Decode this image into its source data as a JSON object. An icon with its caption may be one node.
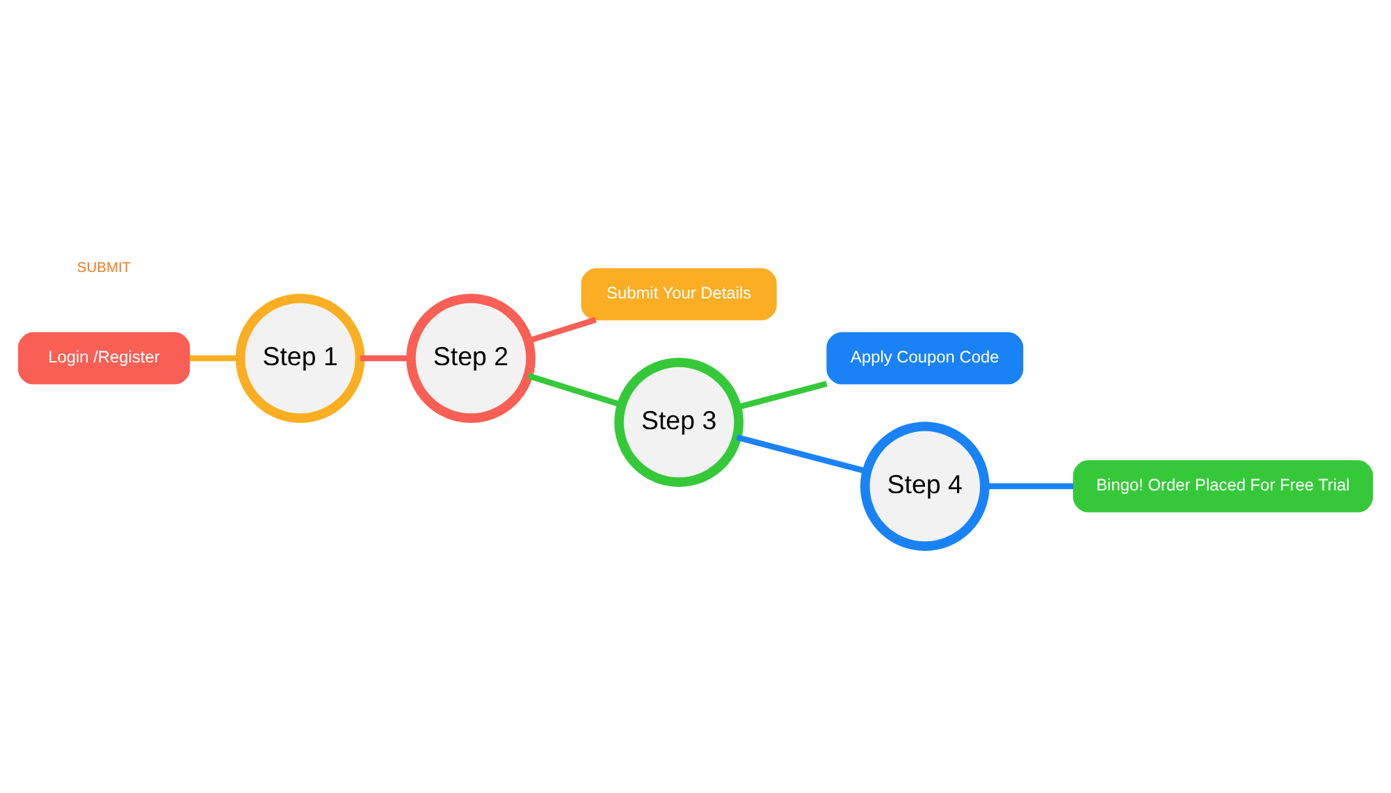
{
  "diagram": {
    "nodes": [
      {
        "text": [
          "Login /Register"
        ]
      },
      {
        "text": [
          "Step 1"
        ]
      },
      {
        "text": [
          "Step 2"
        ]
      },
      {
        "text": [
          "Submit Your Details"
        ]
      },
      {
        "text": [
          "Step 3"
        ]
      },
      {
        "text": [
          "Apply Coupon Code"
        ]
      },
      {
        "text": [
          "Step 4"
        ]
      },
      {
        "text": [
          "Bingo! Order Placed For Free Trial"
        ]
      }
    ],
    "edges": [
      {
        "from": 0,
        "to": 1,
        "arrow": "none",
        "color": "#fcae22"
      },
      {
        "from": 1,
        "to": 2,
        "arrow": "none",
        "color": "#f95f54"
      },
      {
        "from": 2,
        "to": 3,
        "arrow": "none",
        "color": "#f95f54"
      },
      {
        "from": 2,
        "to": 4,
        "arrow": "none",
        "color": "#35c93a"
      },
      {
        "from": 4,
        "to": 5,
        "arrow": "none",
        "color": "#35c93a"
      },
      {
        "from": 4,
        "to": 6,
        "arrow": "none",
        "color": "#1a82f7"
      },
      {
        "from": 6,
        "to": 7,
        "arrow": "none",
        "color": "#1a82f7"
      }
    ],
    "labels": [
      "SUBMIT"
    ]
  }
}
